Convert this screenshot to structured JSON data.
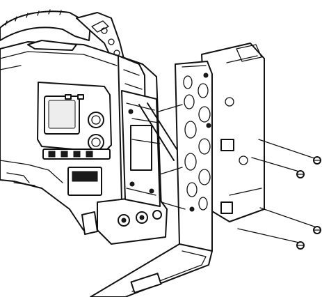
{
  "figure": {
    "colors": {
      "ink": "#111111",
      "paper": "#ffffff"
    },
    "parts": {
      "camera_body": "camcorder-body",
      "handle": "carry-handle",
      "control_panel": "control-panel",
      "battery_mount": "battery-mount-plate",
      "battery_case": "battery-adapter-case",
      "screws": [
        "screw-1",
        "screw-2",
        "screw-3",
        "screw-4"
      ]
    }
  }
}
